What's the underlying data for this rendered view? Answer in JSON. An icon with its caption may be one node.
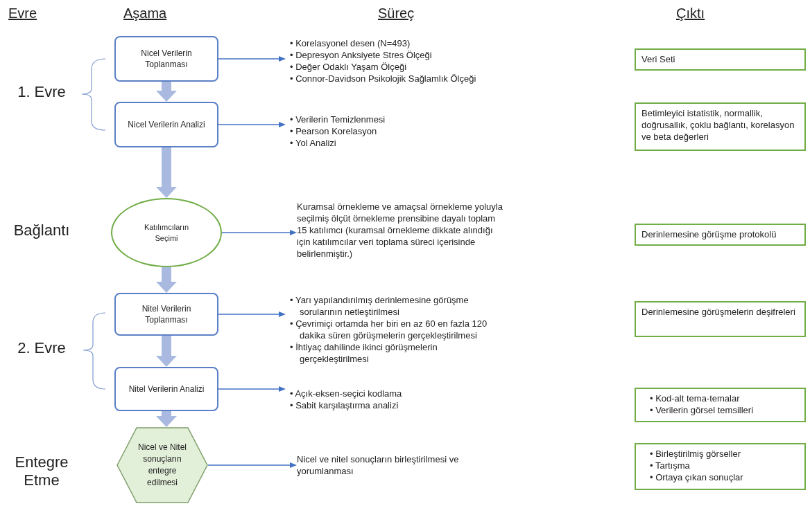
{
  "diagram": {
    "nodes": [
      {
        "text": [
          "Nicel Verilerin Toplanması"
        ]
      },
      {
        "text": [
          "Nicel Verilerin Analizi"
        ]
      },
      {
        "text": [
          "Katılımcıların Seçimi"
        ]
      },
      {
        "text": [
          "Nitel Verilerin Toplanması"
        ]
      },
      {
        "text": [
          "Nitel Verilerin Analizi"
        ]
      },
      {
        "text": [
          "Nicel ve Nitel sonuçların entegre edilmesi"
        ]
      },
      {
        "text": [
          "• Korelasyonel desen (N=493)",
          "• Depresyon Anksiyete Stres Ölçeği",
          "• Değer Odaklı Yaşam Ölçeği",
          "• Connor-Davidson Psikolojik Sağlamlık Ölçeği"
        ]
      },
      {
        "text": [
          "• Verilerin Temizlenmesi",
          "• Pearson Korelasyon",
          "• Yol Analizi"
        ]
      },
      {
        "text": [
          "Kuramsal örnekleme ve amaçsal örnekleme yoluyla seçilmiş ölçüt örnekleme prensibine dayalı toplam 15 katılımcı (kuramsal örnekleme dikkate alındığı için katılımcılar veri toplama süreci içerisinde belirlenmiştir.)"
        ]
      },
      {
        "text": [
          "• Yarı yapılandırılmış derinlemesine görüşme sorularının netleştirilmesi",
          "• Çevrimiçi ortamda her biri en az 60 en fazla 120 dakika süren görüşmelerin gerçekleştirilmesi",
          "• İhtiyaç dahilinde ikinci görüşmelerin gerçekleştirilmesi"
        ]
      },
      {
        "text": [
          "• Açık-eksen-seçici kodlama",
          "• Sabit karşılaştırma analizi"
        ]
      },
      {
        "text": [
          "Nicel ve nitel sonuçların birleştirilmesi ve yorumlanması"
        ]
      },
      {
        "text": [
          "Veri Seti"
        ]
      },
      {
        "text": [
          "Betimleyici istatistik, normallik, doğrusallık, çoklu bağlantı, korelasyon ve beta değerleri"
        ]
      },
      {
        "text": [
          "Derinlemesine görüşme protokolü"
        ]
      },
      {
        "text": [
          "Derinlemesine görüşmelerin deşifreleri"
        ]
      },
      {
        "text": [
          "• Kod-alt tema-temalar",
          "• Verilerin görsel temsilleri"
        ]
      },
      {
        "text": [
          "• Birleştirilmiş görseller",
          "• Tartışma",
          "• Ortaya çıkan sonuçlar"
        ]
      }
    ],
    "edges": [
      {
        "from": 0,
        "to": 1,
        "arrow": "to",
        "style": "thick",
        "color": "#a9b9e0"
      },
      {
        "from": 1,
        "to": 2,
        "arrow": "to",
        "style": "thick",
        "color": "#a9b9e0"
      },
      {
        "from": 2,
        "to": 3,
        "arrow": "to",
        "style": "thick",
        "color": "#a9b9e0"
      },
      {
        "from": 3,
        "to": 4,
        "arrow": "to",
        "style": "thick",
        "color": "#a9b9e0"
      },
      {
        "from": 4,
        "to": 5,
        "arrow": "to",
        "style": "thick",
        "color": "#a9b9e0"
      },
      {
        "from": 0,
        "to": 6,
        "arrow": "to"
      },
      {
        "from": 1,
        "to": 7,
        "arrow": "to"
      },
      {
        "from": 2,
        "to": 8,
        "arrow": "to"
      },
      {
        "from": 3,
        "to": 9,
        "arrow": "to"
      },
      {
        "from": 4,
        "to": 10,
        "arrow": "to"
      },
      {
        "from": 5,
        "to": 11,
        "arrow": "to"
      }
    ],
    "labels": [
      "Evre",
      "Aşama",
      "Süreç",
      "Çıktı",
      "1. Evre",
      "Bağlantı",
      "2. Evre",
      "Entegre Etme"
    ]
  }
}
